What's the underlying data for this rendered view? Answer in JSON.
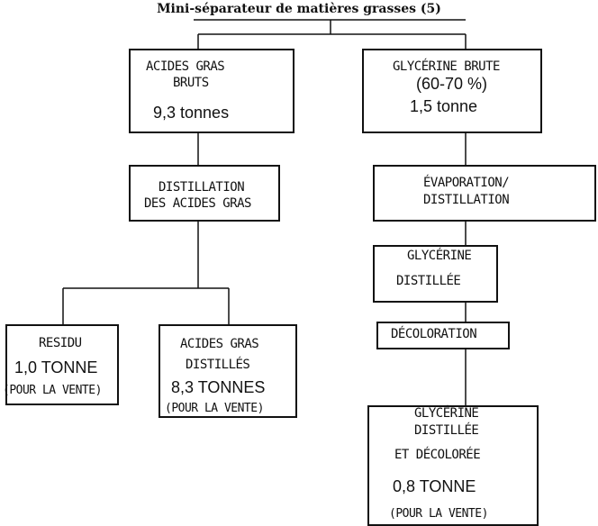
{
  "title": "Mini-séparateur de matières grasses (5)",
  "nodes": {
    "acides_bruts": {
      "line1": "ACIDES GRAS",
      "line2": "BRUTS",
      "amount": "9,3 tonnes"
    },
    "glycerine_brute": {
      "line1": "GLYCÉRINE BRUTE",
      "line2": "(60-70 %)",
      "amount": "1,5 tonne"
    },
    "distillation_acides": {
      "line1": "DISTILLATION",
      "line2": "DES ACIDES GRAS"
    },
    "evaporation": {
      "line1": "ÉVAPORATION/",
      "line2": "DISTILLATION"
    },
    "glycerine_distillee": {
      "line1": "GLYCÉRINE",
      "line2": "DISTILLÉE"
    },
    "decoloration": {
      "line1": "DÉCOLORATION"
    },
    "residu": {
      "line1": "RESIDU",
      "amount": "1,0 TONNE",
      "note": "(POUR LA VENTE)"
    },
    "acides_distilles": {
      "line1": "ACIDES GRAS",
      "line2": "DISTILLÉS",
      "amount": "8,3 TONNES",
      "note": "(POUR LA VENTE)"
    },
    "glycerine_finale": {
      "line1": "GLYCÉRINE",
      "line2": "DISTILLÉE",
      "line3": "ET DÉCOLORÉE",
      "amount": "0,8 TONNE",
      "note": "(POUR LA VENTE)"
    }
  }
}
